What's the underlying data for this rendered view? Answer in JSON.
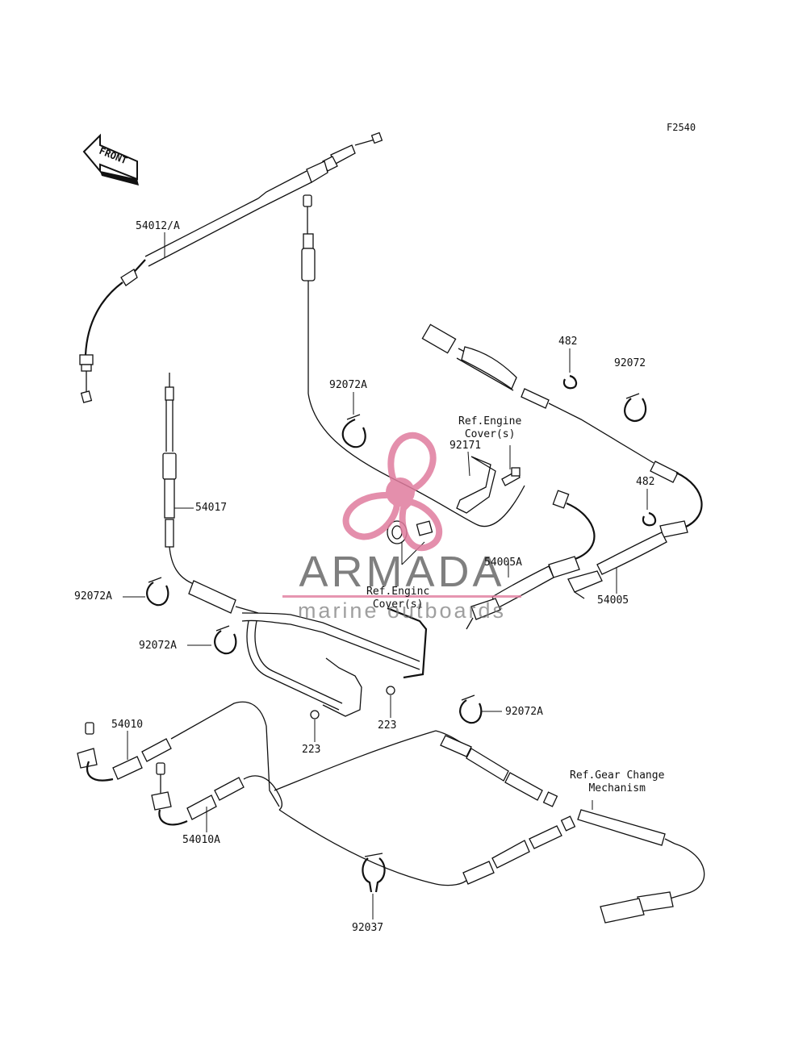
{
  "diagram_code": "F2540",
  "front_label": "FRONT",
  "parts": {
    "p54012A": "54012/A",
    "p482_top": "482",
    "p92072": "92072",
    "p92072A_top": "92072A",
    "p92171": "92171",
    "p54017": "54017",
    "p482_mid": "482",
    "p54005A": "54005A",
    "p54005": "54005",
    "p92072A_left": "92072A",
    "p92072A_mid": "92072A",
    "p223_left": "223",
    "p223_right": "223",
    "p92072A_bottom": "92072A",
    "p54010": "54010",
    "p54010A": "54010A",
    "p92037": "92037"
  },
  "refs": {
    "engine_cover_top": "Ref.Engine\nCover(s)",
    "engine_cover_mid": "Ref.Enginc\nCover(s)",
    "gear_change": "Ref.Gear Change\nMechanism"
  },
  "watermark": {
    "brand": "ARMADA",
    "tagline": "marine outboards",
    "accent_color": "#e07c9e"
  }
}
